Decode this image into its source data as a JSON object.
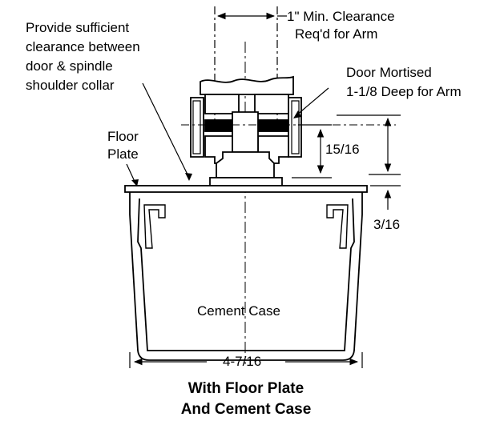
{
  "labels": {
    "clearance_line1": "1\" Min. Clearance",
    "clearance_line2": "Req'd for Arm",
    "sufficient_line1": "Provide sufficient",
    "sufficient_line2": "clearance between",
    "sufficient_line3": "door & spindle",
    "sufficient_line4": "shoulder collar",
    "mortised_line1": "Door Mortised",
    "mortised_line2": "1-1/8 Deep for Arm",
    "floor_line1": "Floor",
    "floor_line2": "Plate",
    "dim_15_16": "15/16",
    "dim_3_16": "3/16",
    "cement_case": "Cement Case",
    "dim_width": "4-7/16"
  },
  "caption": {
    "line1": "With Floor Plate",
    "line2": "And Cement Case"
  }
}
